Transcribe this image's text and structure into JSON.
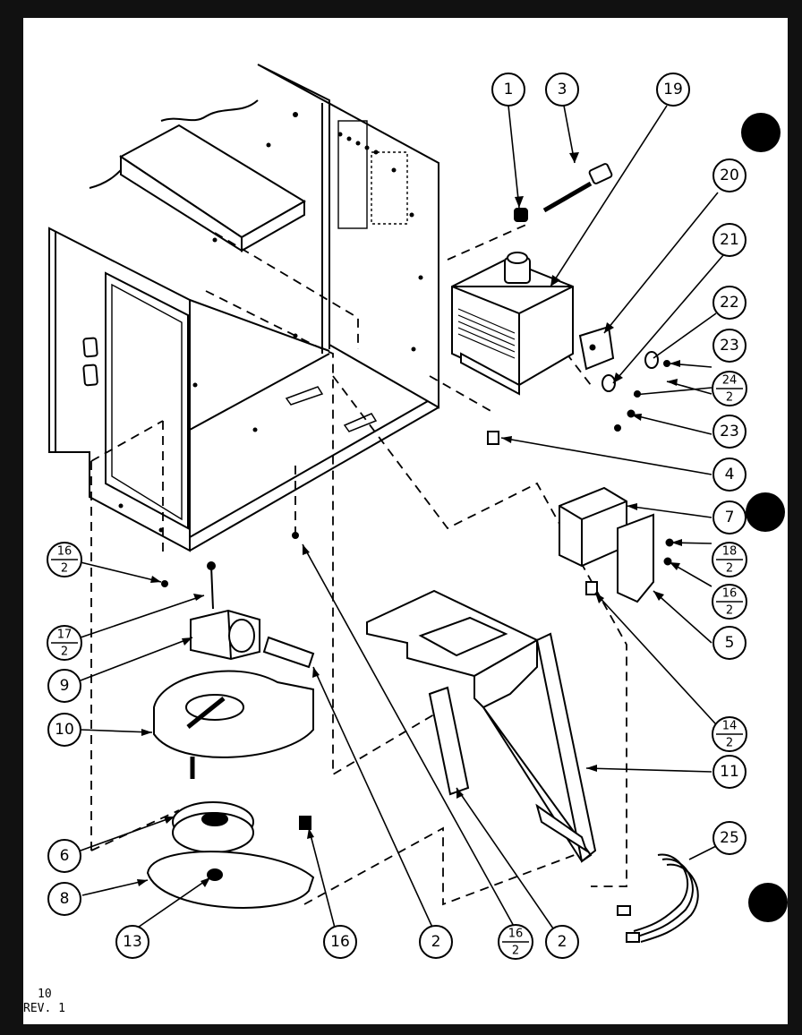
{
  "callouts": [
    {
      "id": "c1",
      "text": "1"
    },
    {
      "id": "c3",
      "text": "3"
    },
    {
      "id": "c19",
      "text": "19"
    },
    {
      "id": "c20",
      "text": "20"
    },
    {
      "id": "c21",
      "text": "21"
    },
    {
      "id": "c22",
      "text": "22"
    },
    {
      "id": "c23a",
      "text": "23"
    },
    {
      "id": "c23b",
      "text": "23"
    },
    {
      "id": "c4",
      "text": "4"
    },
    {
      "id": "c7",
      "text": "7"
    },
    {
      "id": "c5",
      "text": "5"
    },
    {
      "id": "c11",
      "text": "11"
    },
    {
      "id": "c25",
      "text": "25"
    },
    {
      "id": "c9",
      "text": "9"
    },
    {
      "id": "c10",
      "text": "10"
    },
    {
      "id": "c6",
      "text": "6"
    },
    {
      "id": "c8",
      "text": "8"
    },
    {
      "id": "c13",
      "text": "13"
    },
    {
      "id": "c16",
      "text": "16"
    },
    {
      "id": "c2a",
      "text": "2"
    },
    {
      "id": "c2b",
      "text": "2"
    }
  ],
  "fraction_callouts": [
    {
      "id": "f24",
      "top": "24",
      "bottom": "2"
    },
    {
      "id": "f18",
      "top": "18",
      "bottom": "2"
    },
    {
      "id": "f16r",
      "top": "16",
      "bottom": "2"
    },
    {
      "id": "f14",
      "top": "14",
      "bottom": "2"
    },
    {
      "id": "f16l",
      "top": "16",
      "bottom": "2"
    },
    {
      "id": "f17",
      "top": "17",
      "bottom": "2"
    },
    {
      "id": "f16b",
      "top": "16",
      "bottom": "2"
    }
  ],
  "footer": {
    "page": "10",
    "revision": "REV. 1"
  }
}
